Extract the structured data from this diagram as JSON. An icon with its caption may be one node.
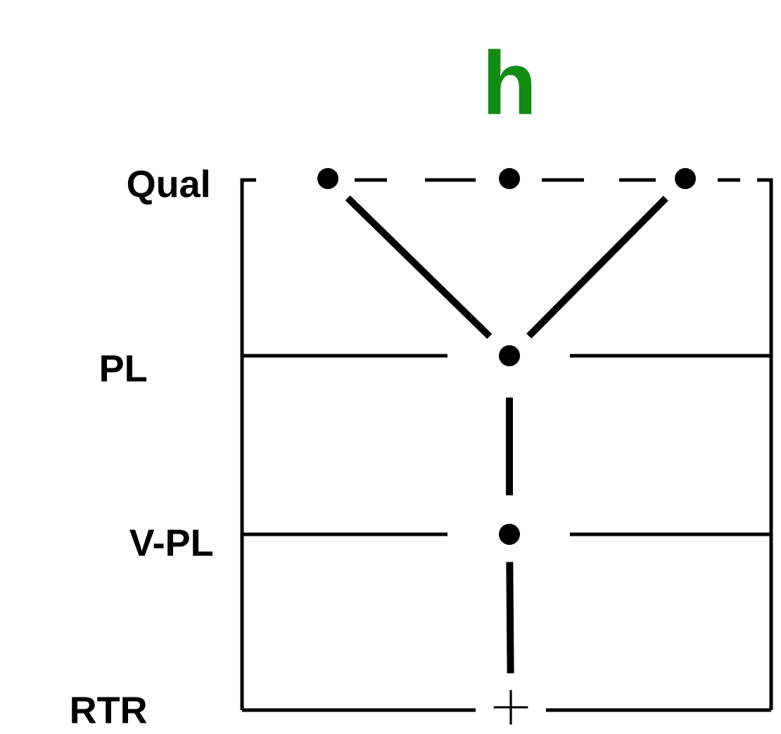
{
  "diagram": {
    "title": "h",
    "nodes": [
      {
        "text": [],
        "shape": "circle"
      },
      {
        "text": [],
        "shape": "circle"
      },
      {
        "text": [],
        "shape": "circle"
      },
      {
        "text": [],
        "shape": "circle"
      },
      {
        "text": [],
        "shape": "circle"
      },
      {
        "text": [],
        "shape": "cross"
      }
    ],
    "edges": [
      {
        "from": 0,
        "to": 3,
        "arrow": "none"
      },
      {
        "from": 2,
        "to": 3,
        "arrow": "none"
      },
      {
        "from": 3,
        "to": 4,
        "arrow": "none"
      },
      {
        "from": 4,
        "to": 5,
        "arrow": "none"
      }
    ],
    "labels": [
      "Qual",
      "PL",
      "V-PL",
      "RTR"
    ]
  }
}
